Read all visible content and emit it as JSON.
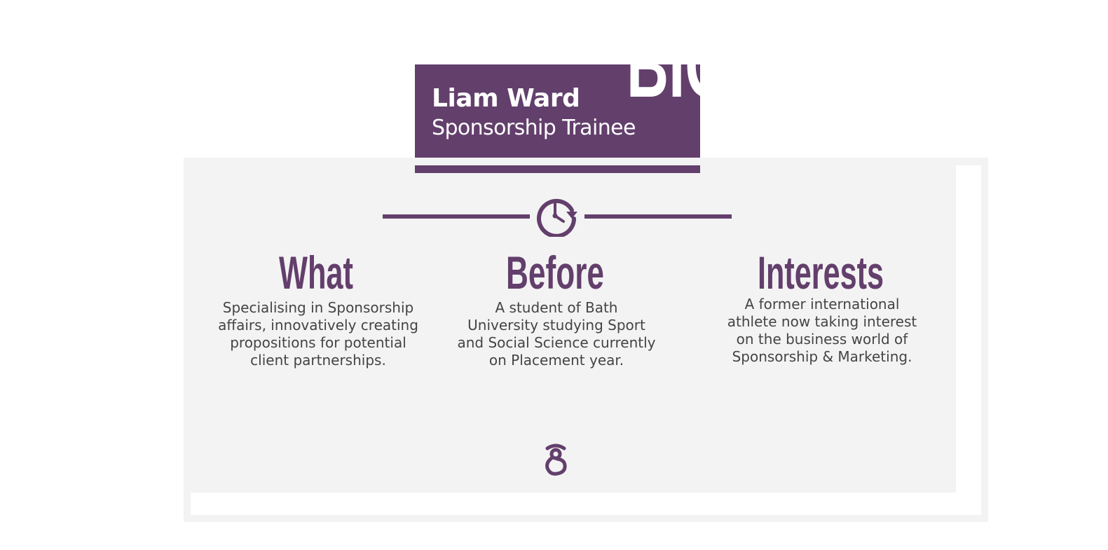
{
  "header": {
    "name": "Liam Ward",
    "role": "Sponsorship Trainee",
    "watermark": "BIO"
  },
  "columns": [
    {
      "heading": "What",
      "text": "Specialising in Sponsorship\naffairs, innovatively creating\npropositions for potential\nclient partnerships."
    },
    {
      "heading": "Before",
      "text": "A student of Bath\nUniversity studying Sport\nand Social Science currently\non Placement year."
    },
    {
      "heading": "Interests",
      "text": "A former international\nathlete now taking interest\non the business world of\nSponsorship & Marketing."
    }
  ],
  "icons": {
    "divider": "clock-history-icon",
    "footer": "brand-logo-icon"
  },
  "colors": {
    "accent": "#633f6c",
    "panel": "#f3f3f3",
    "body_text": "#444444",
    "background": "#ffffff"
  }
}
